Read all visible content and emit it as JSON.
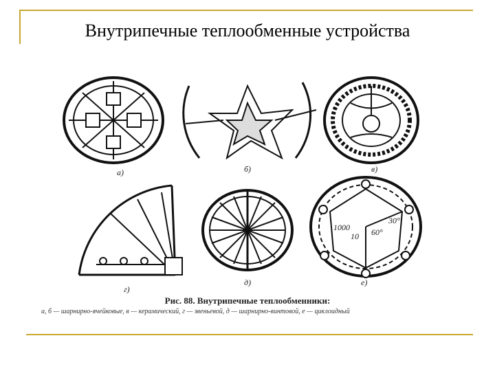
{
  "slide": {
    "title": "Внутрипечные теплообменные устройства"
  },
  "figure": {
    "caption": "Рис. 88. Внутрипечные теплообменники:",
    "legend": "а, б — шарнирно-ячейковые, в — керамический, г — звеньевой, д — шарнирно-винтовой, е — циклоидный",
    "panel_labels": [
      "а)",
      "б)",
      "в)",
      "г)",
      "д)",
      "е)"
    ],
    "inner_marks": [
      "10",
      "60°",
      "30°",
      "1000"
    ]
  },
  "colors": {
    "frame": "#c8a830",
    "ink": "#111111"
  }
}
